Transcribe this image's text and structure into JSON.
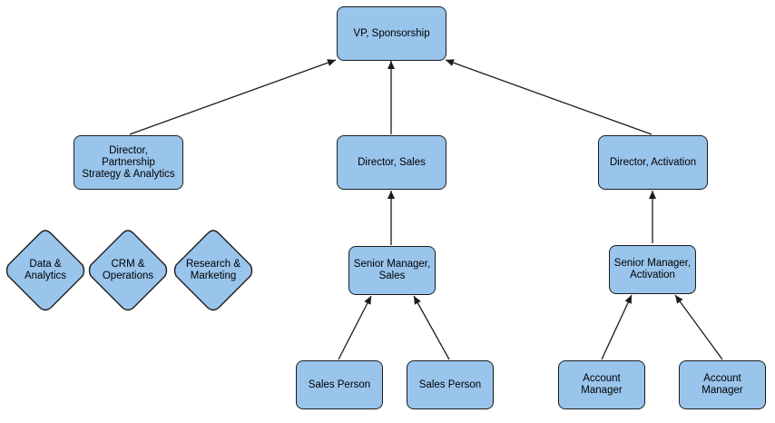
{
  "colors": {
    "node_fill": "#99c4ec",
    "node_stroke": "#1c1c1c",
    "edge": "#1c1c1c"
  },
  "nodes": {
    "vp": {
      "label": "VP, Sponsorship"
    },
    "dir_partnership": {
      "label": "Director,\nPartnership\nStrategy & Analytics"
    },
    "dir_sales": {
      "label": "Director, Sales"
    },
    "dir_activation": {
      "label": "Director, Activation"
    },
    "sm_sales": {
      "label": "Senior Manager,\nSales"
    },
    "sm_activation": {
      "label": "Senior Manager,\nActivation"
    },
    "sales_person_1": {
      "label": "Sales Person"
    },
    "sales_person_2": {
      "label": "Sales Person"
    },
    "account_manager_1": {
      "label": "Account\nManager"
    },
    "account_manager_2": {
      "label": "Account\nManager"
    }
  },
  "diamonds": {
    "data_analytics": {
      "label": "Data &\nAnalytics"
    },
    "crm_operations": {
      "label": "CRM &\nOperations"
    },
    "research_marketing": {
      "label": "Research &\nMarketing"
    }
  },
  "edges": [
    {
      "from": "dir_partnership",
      "to": "vp"
    },
    {
      "from": "dir_sales",
      "to": "vp"
    },
    {
      "from": "dir_activation",
      "to": "vp"
    },
    {
      "from": "sm_sales",
      "to": "dir_sales"
    },
    {
      "from": "sm_activation",
      "to": "dir_activation"
    },
    {
      "from": "sales_person_1",
      "to": "sm_sales"
    },
    {
      "from": "sales_person_2",
      "to": "sm_sales"
    },
    {
      "from": "account_manager_1",
      "to": "sm_activation"
    },
    {
      "from": "account_manager_2",
      "to": "sm_activation"
    }
  ]
}
